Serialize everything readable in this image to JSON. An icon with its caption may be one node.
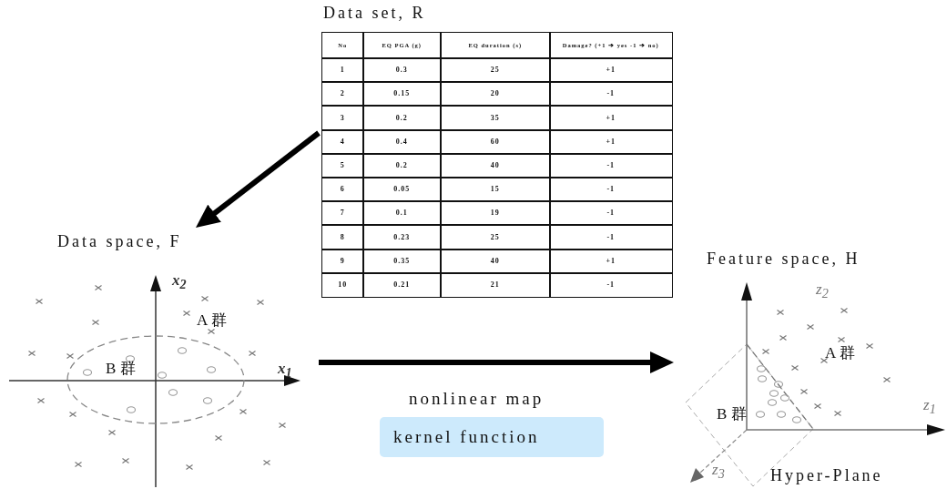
{
  "diagram": {
    "nodes": [
      {
        "text": [
          "Data set, R"
        ]
      },
      {
        "text": [
          "Data space, F"
        ]
      },
      {
        "text": [
          "Feature space, H"
        ]
      },
      {
        "text": [
          "kernel function"
        ]
      }
    ],
    "edges": [
      {
        "from": 0,
        "to": 1,
        "arrow": "to"
      },
      {
        "from": 1,
        "to": 2,
        "arrow": "to",
        "label": "nonlinear map"
      }
    ],
    "labels": [
      "No",
      "EQ PGA (g)",
      "EQ duration (s)",
      "Damage? (+1 ➔ yes -1 ➔ no)",
      "1",
      "0.3",
      "25",
      "+1",
      "2",
      "0.15",
      "20",
      "-1",
      "3",
      "0.2",
      "35",
      "+1",
      "4",
      "0.4",
      "60",
      "+1",
      "5",
      "0.2",
      "40",
      "-1",
      "6",
      "0.05",
      "15",
      "-1",
      "7",
      "0.1",
      "19",
      "-1",
      "8",
      "0.23",
      "25",
      "-1",
      "9",
      "0.35",
      "40",
      "+1",
      "10",
      "0.21",
      "21",
      "-1",
      "x$_{2}$",
      "A 群",
      "B 群",
      "x$_{1}$",
      "z$_{2}$",
      "A 群",
      "B 群",
      "z$_{1}$",
      "z$_{3}$",
      "Hyper-Plane"
    ]
  }
}
